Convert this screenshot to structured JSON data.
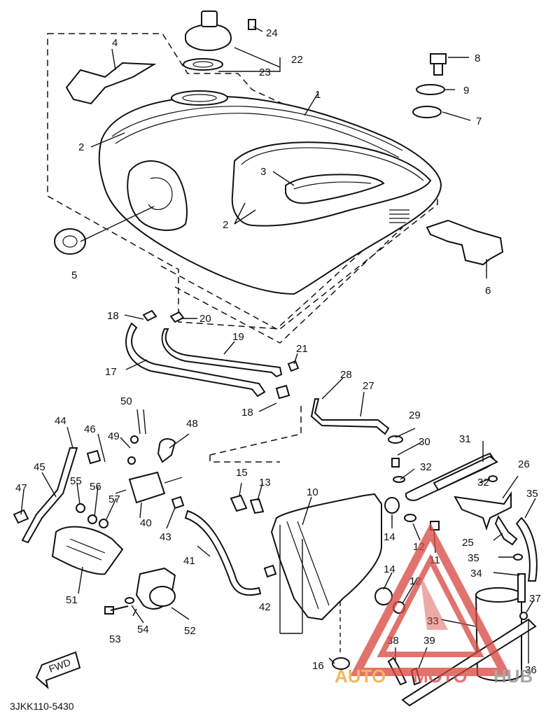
{
  "diagram": {
    "code": "3JKK110-5430",
    "fwd_label": "FWD",
    "callouts": [
      "1",
      "2",
      "2",
      "3",
      "4",
      "5",
      "6",
      "7",
      "8",
      "9",
      "10",
      "11",
      "11",
      "12",
      "12",
      "13",
      "14",
      "14",
      "15",
      "16",
      "17",
      "18",
      "18",
      "19",
      "20",
      "21",
      "22",
      "23",
      "24",
      "25",
      "26",
      "27",
      "28",
      "29",
      "30",
      "31",
      "32",
      "32",
      "33",
      "34",
      "35",
      "35",
      "36",
      "37",
      "38",
      "39",
      "40",
      "41",
      "42",
      "43",
      "44",
      "45",
      "46",
      "47",
      "48",
      "49",
      "50",
      "51",
      "52",
      "53",
      "54",
      "55",
      "56",
      "57"
    ]
  },
  "watermark": {
    "brand_parts": [
      "AUTO",
      "MOTO",
      "HUB"
    ],
    "colors": {
      "red": "#d8453e",
      "orange": "#f0a02a",
      "gray": "#8a8a8a"
    }
  }
}
